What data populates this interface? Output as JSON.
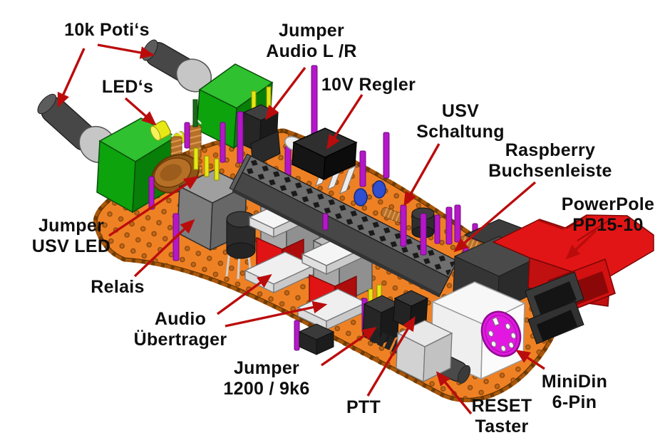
{
  "colors": {
    "background": "#ffffff",
    "label_text": "#0e0e0e",
    "arrow_red": "#bb0c0c",
    "board_orange": "#ef8125",
    "board_edge": "#a9570b",
    "pot_green": "#0da30d",
    "pot_green_light": "#2fc12f",
    "pot_green_dark": "#087f08",
    "pin_magenta": "#b517c8",
    "pin_yellow": "#e6e614",
    "transformer_red": "#e01414",
    "minidin_magenta": "#e218e2",
    "powerpole_red": "#e11515",
    "copper": "#b5702a"
  },
  "labels": {
    "potis": {
      "line1": "10k Poti‘s"
    },
    "leds": {
      "line1": "LED‘s"
    },
    "jumper_audio": {
      "line1": "Jumper",
      "line2": "Audio L /R"
    },
    "regler": {
      "line1": "10V Regler"
    },
    "usv": {
      "line1": "USV",
      "line2": "Schaltung"
    },
    "raspberry": {
      "line1": "Raspberry",
      "line2": "Buchsenleiste"
    },
    "powerpole": {
      "line1": "PowerPole",
      "line2": "PP15-10"
    },
    "jumper_usv_led": {
      "line1": "Jumper",
      "line2": "USV LED"
    },
    "relais": {
      "line1": "Relais"
    },
    "audio_uebertrager": {
      "line1": "Audio",
      "line2": "Übertrager"
    },
    "jumper_1200": {
      "line1": "Jumper",
      "line2": "1200 / 9k6"
    },
    "ptt": {
      "line1": "PTT"
    },
    "reset": {
      "line1": "RESET",
      "line2": "Taster"
    },
    "minidin": {
      "line1": "MiniDin",
      "line2": "6-Pin"
    }
  }
}
